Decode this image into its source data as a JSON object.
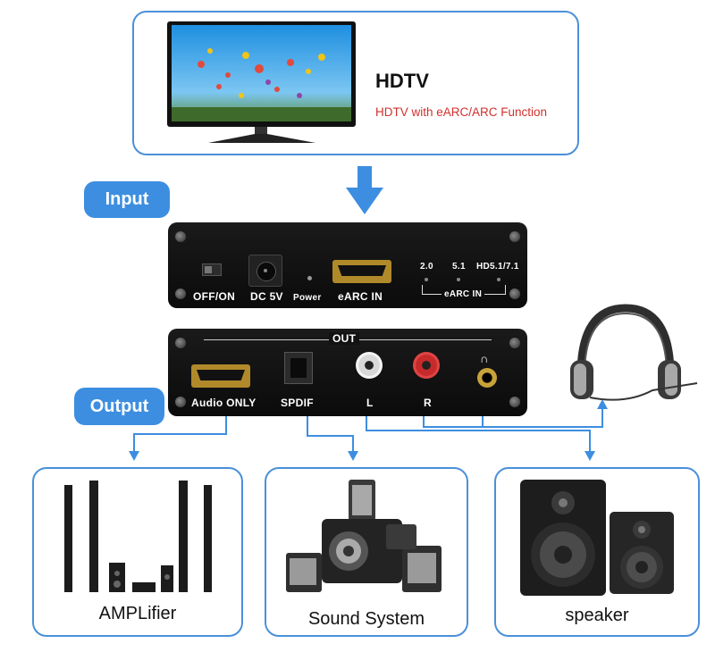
{
  "tv": {
    "title": "HDTV",
    "subtitle": "HDTV with eARC/ARC Function"
  },
  "input_badge": "Input",
  "output_badge": "Output",
  "input_panel": {
    "switch_label": "OFF/ON",
    "dc_label": "DC 5V",
    "power_label": "Power",
    "earc_label": "eARC IN",
    "led_labels": [
      "2.0",
      "5.1",
      "HD5.1/7.1"
    ],
    "led_group_label": "eARC IN"
  },
  "output_panel": {
    "out_label": "OUT",
    "hdmi_label": "Audio ONLY",
    "spdif_label": "SPDIF",
    "left_label": "L",
    "right_label": "R"
  },
  "destinations": {
    "amplifier": "AMPLifier",
    "sound_system": "Sound System",
    "speaker": "speaker"
  },
  "colors": {
    "accent_blue": "#3d8ee0",
    "border_blue": "#4a90d9",
    "subtitle_red": "#d0312d",
    "panel_black": "#111111"
  }
}
